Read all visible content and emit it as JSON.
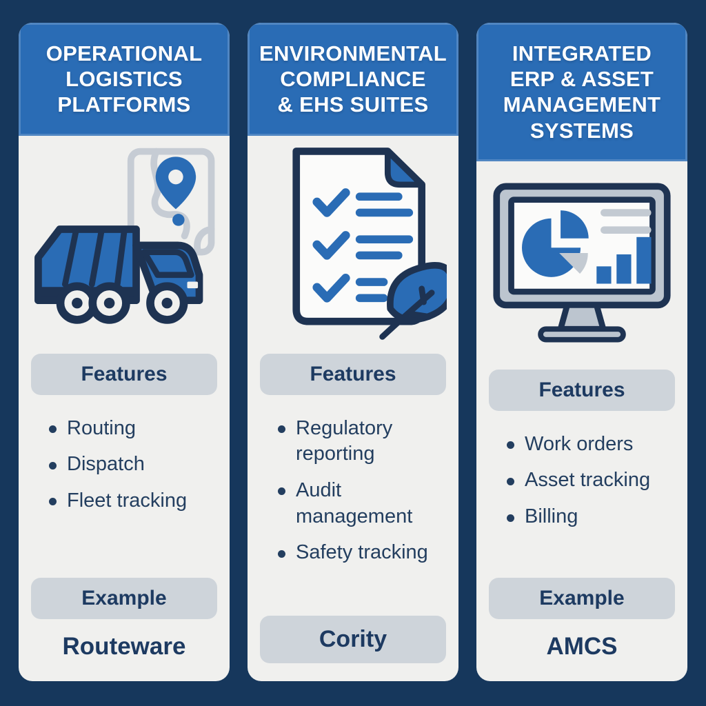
{
  "colors": {
    "background_navy": "#16375c",
    "header_blue": "#2a6cb5",
    "card_background": "#f0f0ee",
    "pill_gray": "#ced4da",
    "text_navy": "#1d3a61",
    "icon_blue": "#2a6cb5",
    "icon_outline_navy": "#1e3352",
    "icon_gray": "#c3cad2"
  },
  "columns": [
    {
      "title": "OPERATIONAL\nLOGISTICS\nPLATFORMS",
      "icon": "garbage-truck-with-map-pin",
      "features_heading": "Features",
      "features": [
        "Routing",
        "Dispatch",
        "Fleet tracking"
      ],
      "example_heading": "Example",
      "example": "Routeware"
    },
    {
      "title": "ENVIRONMENTAL\nCOMPLIANCE\n& EHS SUITES",
      "icon": "checklist-document-with-leaf",
      "features_heading": "Features",
      "features": [
        "Regulatory reporting",
        "Audit management",
        "Safety tracking"
      ],
      "example": "Cority"
    },
    {
      "title": "INTEGRATED\nERP & ASSET\nMANAGEMENT\nSYSTEMS",
      "icon": "dashboard-monitor-with-charts",
      "features_heading": "Features",
      "features": [
        "Work orders",
        "Asset tracking",
        "Billing"
      ],
      "example_heading": "Example",
      "example": "AMCS"
    }
  ]
}
